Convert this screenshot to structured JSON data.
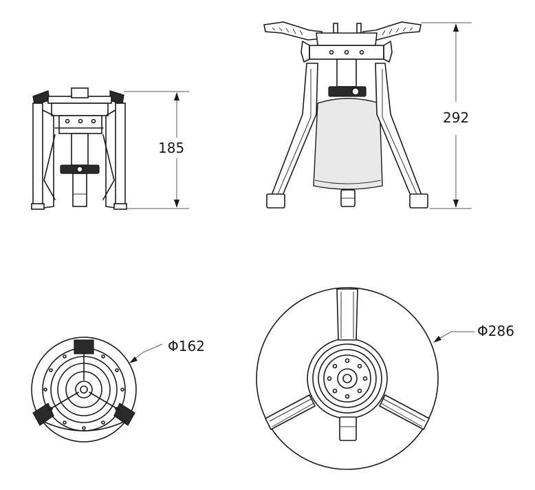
{
  "dimensions": {
    "side_view_height": "185",
    "front_view_height": "292",
    "folded_diameter": "Φ162",
    "open_diameter": "Φ286"
  },
  "colors": {
    "ink": "#1a1a1a",
    "background": "#ffffff",
    "canister_fill": "#e9e9e9",
    "leg_dark": "#2a2a2a"
  }
}
